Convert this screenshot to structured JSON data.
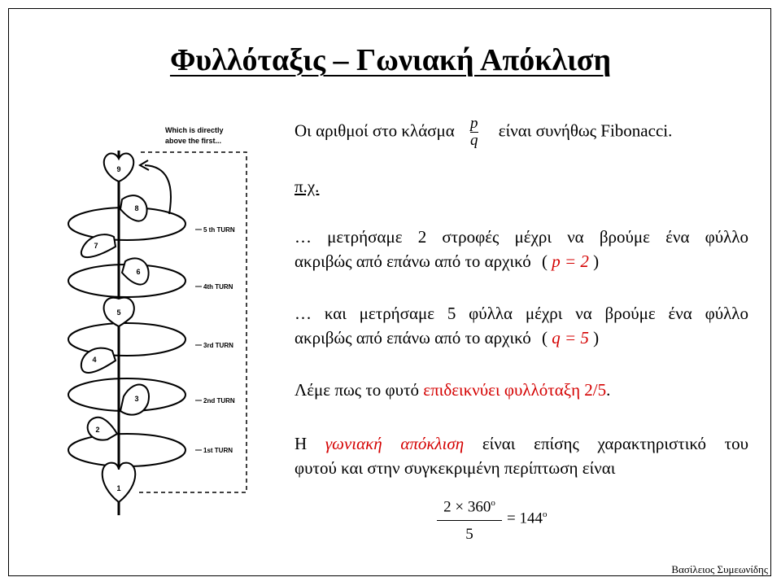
{
  "title": "Φυλλόταξις – Γωνιακή Απόκλιση",
  "intro": {
    "before": "Οι αριθμοί στο κλάσμα",
    "numerator": "p",
    "denominator": "q",
    "after": "είναι συνήθως Fibonacci."
  },
  "example_label": "π.χ.",
  "paragraph1": {
    "line1": "… μετρήσαμε 2 στροφές μέχρι να βρούμε ένα φύλλο",
    "line2": "ακριβώς από επάνω από το αρχικό",
    "paren_open": "(",
    "expr": "p = 2",
    "paren_close": ")"
  },
  "paragraph2": {
    "line1": "… και μετρήσαμε 5 φύλλα μέχρι να βρούμε ένα φύλλο",
    "line2": "ακριβώς από επάνω από το αρχικό",
    "paren_open": "(",
    "expr": "q = 5",
    "paren_close": ")"
  },
  "statement": {
    "before": "Λέμε πως το φυτό",
    "highlight": "επιδεικνύει φυλλόταξη 2/5",
    "after": "."
  },
  "angle": {
    "before": "Η",
    "highlight": "γωνιακή απόκλιση",
    "after_line1": "είναι επίσης χαρακτηριστικό του",
    "line2": "φυτού και στην συγκεκριμένη περίπτωση είναι"
  },
  "formula": {
    "numerator": "2 × 360",
    "numerator_sup": "o",
    "denominator": "5",
    "result": "= 144",
    "result_sup": "o"
  },
  "figure": {
    "caption_line1": "Which is directly",
    "caption_line2": "above the first...",
    "turns": [
      "5 th TURN",
      "4th TURN",
      "3rd TURN",
      "2nd TURN",
      "1st TURN"
    ],
    "leaf_numbers": [
      "1",
      "2",
      "3",
      "4",
      "5",
      "6",
      "7",
      "8",
      "9"
    ]
  },
  "author": "Βασίλειος Συμεωνίδης"
}
